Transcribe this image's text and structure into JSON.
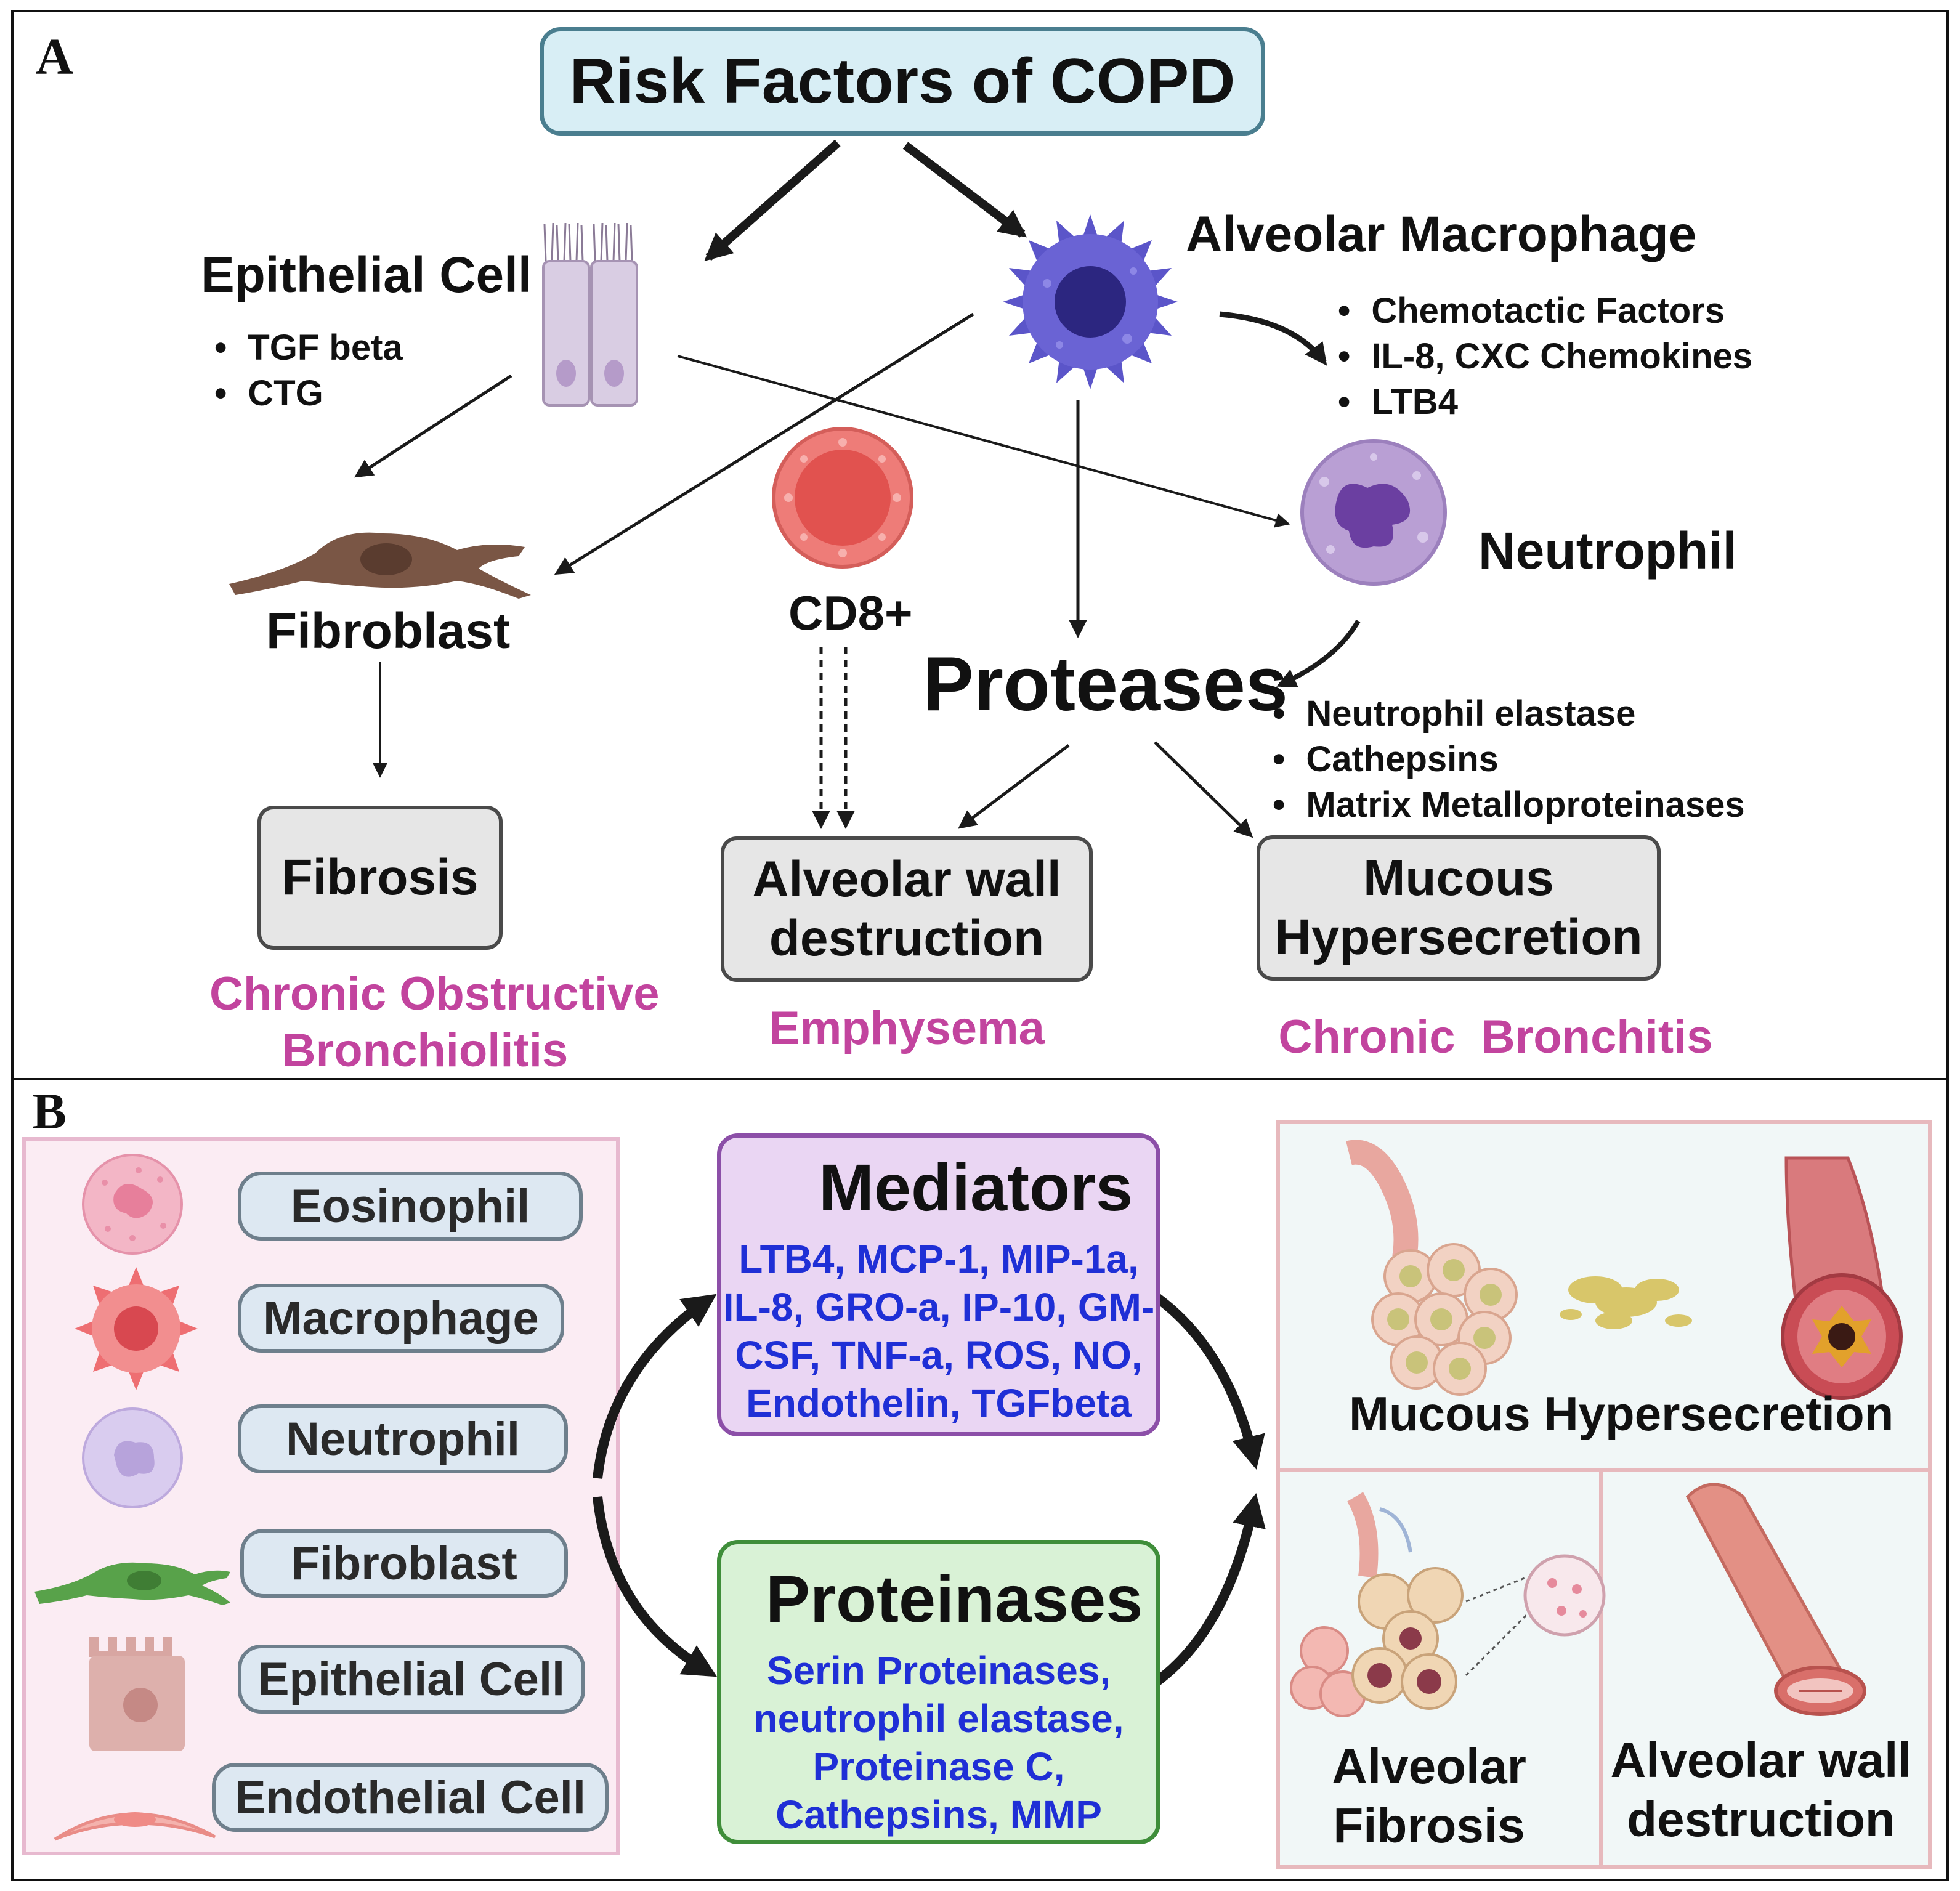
{
  "panel_a": {
    "label": "A",
    "title": "Risk Factors of COPD",
    "epithelial_cell": {
      "label": "Epithelial Cell",
      "bullets": [
        "TGF beta",
        "CTG"
      ]
    },
    "alveolar_macrophage": {
      "label": "Alveolar Macrophage",
      "bullets": [
        "Chemotactic Factors",
        "IL-8, CXC Chemokines",
        "LTB4"
      ]
    },
    "neutrophil": {
      "label": "Neutrophil"
    },
    "fibroblast": {
      "label": "Fibroblast"
    },
    "cd8": {
      "label": "CD8+"
    },
    "proteases": {
      "label": "Proteases",
      "bullets": [
        "Neutrophil elastase",
        "Cathepsins",
        "Matrix Metalloproteinases"
      ]
    },
    "outcomes": {
      "fibrosis": "Fibrosis",
      "alveolar_wall_line1": "Alveolar wall",
      "alveolar_wall_line2": "destruction",
      "mucous_line1": "Mucous",
      "mucous_line2": "Hypersecretion"
    },
    "diseases": {
      "cob_line1": "Chronic Obstructive",
      "cob_line2": "Bronchiolitis",
      "emphysema": "Emphysema",
      "chronic_bronchitis": "Chronic  Bronchitis"
    }
  },
  "panel_b": {
    "label": "B",
    "cells": [
      "Eosinophil",
      "Macrophage",
      "Neutrophil",
      "Fibroblast",
      "Epithelial Cell",
      "Endothelial Cell"
    ],
    "mediators": {
      "title": "Mediators",
      "lines": [
        "LTB4, MCP-1, MIP-1a,",
        "IL-8, GRO-a, IP-10, GM-",
        "CSF, TNF-a, ROS, NO,",
        "Endothelin, TGFbeta"
      ]
    },
    "proteinases": {
      "title": "Proteinases",
      "lines": [
        "Serin Proteinases,",
        "neutrophil elastase,",
        "Proteinase C,",
        "Cathepsins, MMP"
      ]
    },
    "results": {
      "mucous": "Mucous Hypersecretion",
      "fibrosis_line1": "Alveolar",
      "fibrosis_line2": "Fibrosis",
      "wall_line1": "Alveolar wall",
      "wall_line2": "destruction"
    }
  },
  "colors": {
    "disease_text": "#c2449e",
    "mediator_text": "#1f2fd6",
    "title_box": "#d8eef5",
    "mediators_box": "#ead6f3",
    "proteinases_box": "#d9f2d6",
    "cells_panel": "#fbecf3",
    "results_panel": "#f1f7f7"
  }
}
